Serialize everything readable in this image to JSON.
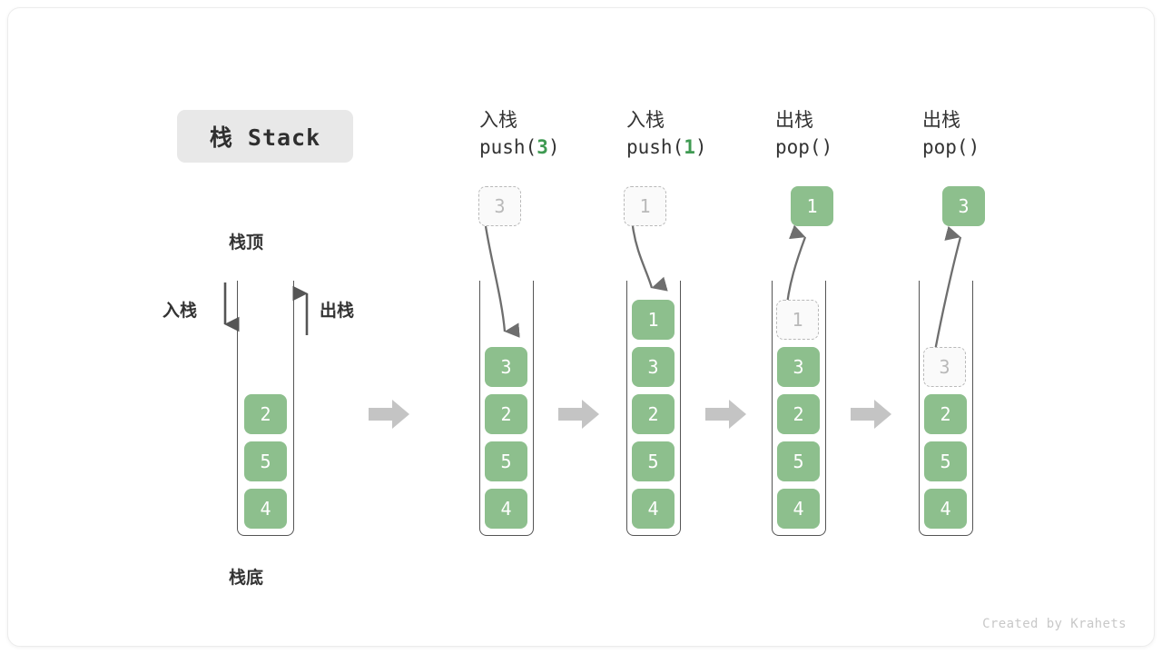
{
  "title": {
    "text": "栈 Stack"
  },
  "legend": {
    "top_label": "栈顶",
    "bottom_label": "栈底",
    "push_label": "入栈",
    "pop_label": "出栈"
  },
  "colors": {
    "cell_fill": "#8dbf8d",
    "cell_text": "#ffffff",
    "ghost_border": "#b9b9b9",
    "ghost_text": "#b9b9b9",
    "frame_stroke": "#555555",
    "step_arrow": "#c4c4c4",
    "accent_green": "#3f9a52",
    "chip_bg": "#e8e8e8"
  },
  "footer": {
    "text": "Created by Krahets"
  },
  "initial_stack": {
    "name": "initial",
    "cells": [
      "2",
      "5",
      "4"
    ]
  },
  "steps": [
    {
      "id": "push-3",
      "op_cn": "入栈",
      "op_code_prefix": "push(",
      "op_code_arg": "3",
      "op_code_suffix": ")",
      "floating": {
        "value": "3",
        "style": "ghost",
        "position": "above"
      },
      "arrow_dir": "down",
      "cells": [
        "3",
        "2",
        "5",
        "4"
      ],
      "ghost_index": -1
    },
    {
      "id": "push-1",
      "op_cn": "入栈",
      "op_code_prefix": "push(",
      "op_code_arg": "1",
      "op_code_suffix": ")",
      "floating": {
        "value": "1",
        "style": "ghost",
        "position": "above"
      },
      "arrow_dir": "down",
      "cells": [
        "1",
        "3",
        "2",
        "5",
        "4"
      ],
      "ghost_index": -1
    },
    {
      "id": "pop-1",
      "op_cn": "出栈",
      "op_code_prefix": "pop(",
      "op_code_arg": "",
      "op_code_suffix": ")",
      "floating": {
        "value": "1",
        "style": "filled",
        "position": "above"
      },
      "arrow_dir": "up",
      "cells": [
        "1",
        "3",
        "2",
        "5",
        "4"
      ],
      "ghost_index": 0
    },
    {
      "id": "pop-3",
      "op_cn": "出栈",
      "op_code_prefix": "pop(",
      "op_code_arg": "",
      "op_code_suffix": ")",
      "floating": {
        "value": "3",
        "style": "filled",
        "position": "above"
      },
      "arrow_dir": "up",
      "cells": [
        "3",
        "2",
        "5",
        "4"
      ],
      "ghost_index": 0
    }
  ]
}
